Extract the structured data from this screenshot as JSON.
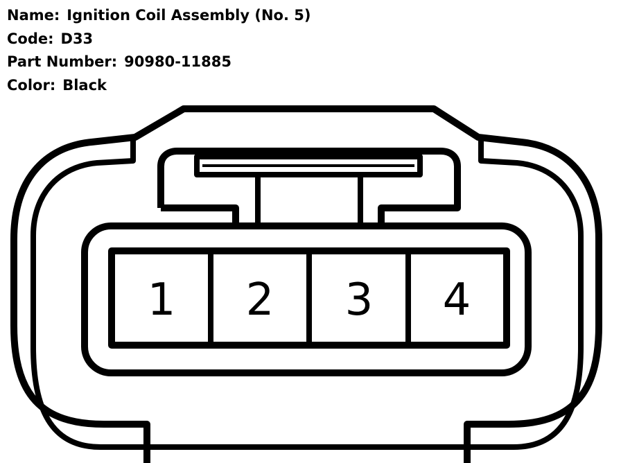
{
  "info": {
    "name_label": "Name:",
    "name_value": "Ignition Coil Assembly (No. 5)",
    "code_label": "Code:",
    "code_value": "D33",
    "part_label": "Part Number:",
    "part_value": "90980-11885",
    "color_label": "Color:",
    "color_value": "Black"
  },
  "connector": {
    "pins": [
      "1",
      "2",
      "3",
      "4"
    ]
  },
  "colors": {
    "line": "#000000",
    "background": "#ffffff"
  }
}
